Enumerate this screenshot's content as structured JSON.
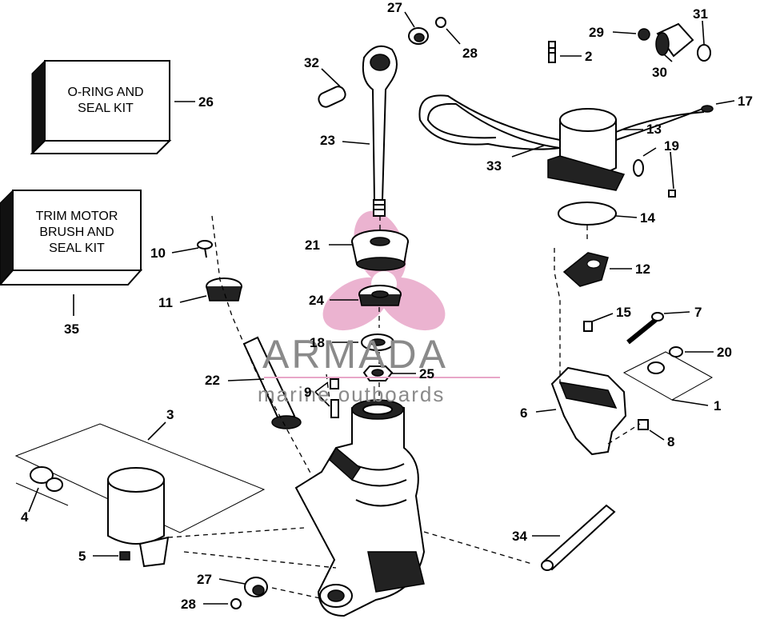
{
  "kits": [
    {
      "id": "26",
      "lines": [
        "O-RING AND",
        "SEAL KIT"
      ]
    },
    {
      "id": "35",
      "lines": [
        "TRIM MOTOR",
        "BRUSH AND",
        "SEAL KIT"
      ]
    }
  ],
  "callouts": {
    "c1": "1",
    "c2": "2",
    "c3": "3",
    "c4": "4",
    "c5": "5",
    "c6": "6",
    "c7": "7",
    "c8": "8",
    "c9": "9",
    "c10": "10",
    "c11": "11",
    "c12": "12",
    "c13": "13",
    "c14": "14",
    "c15": "15",
    "c17": "17",
    "c18": "18",
    "c19": "19",
    "c20": "20",
    "c21": "21",
    "c22": "22",
    "c23": "23",
    "c24": "24",
    "c25": "25",
    "c26": "26",
    "c27a": "27",
    "c27b": "27",
    "c28a": "28",
    "c28b": "28",
    "c29": "29",
    "c30": "30",
    "c31": "31",
    "c32": "32",
    "c33": "33",
    "c34": "34",
    "c35": "35"
  },
  "watermark": {
    "brand": "ARMADA",
    "tagline": "marine outboards",
    "color": "#e8a6c8"
  }
}
